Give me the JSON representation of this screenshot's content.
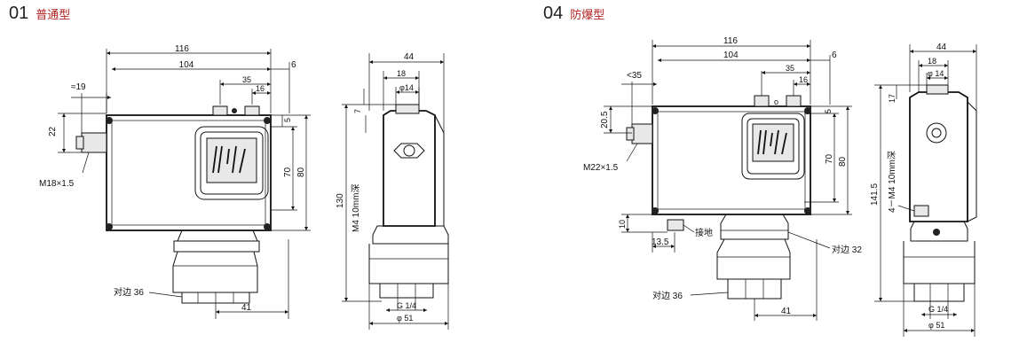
{
  "headers": [
    {
      "num": "01",
      "title": "普通型"
    },
    {
      "num": "04",
      "title": "防爆型"
    }
  ],
  "diagram1": {
    "front": {
      "dim_width": "116",
      "dim_inner": "104",
      "dim_6": "6",
      "dim_35": "35",
      "dim_16": "16",
      "dim_19": "≈19",
      "dim_22": "22",
      "dim_5": "5",
      "dim_70": "70",
      "dim_80": "80",
      "thread": "M18×1.5",
      "hex": "对边 36",
      "dim_41": "41"
    },
    "side": {
      "dim_44": "44",
      "dim_18": "18",
      "dim_phi14": "φ14",
      "dim_7": "7",
      "dim_130": "130",
      "mount": "M4 10mm深",
      "port": "G 1/4",
      "dim_phi51": "φ 51"
    }
  },
  "diagram2": {
    "front": {
      "dim_width": "116",
      "dim_inner": "104",
      "dim_6": "6",
      "dim_35": "35",
      "dim_16": "16",
      "dim_35b": "<35",
      "dim_205": "20.5",
      "dim_5": "5",
      "dim_70": "70",
      "dim_80": "80",
      "thread": "M22×1.5",
      "dim_10": "10",
      "dim_135": "13.5",
      "ground": "接地",
      "hex32": "对边 32",
      "hex36": "对边 36",
      "dim_41": "41"
    },
    "side": {
      "dim_44": "44",
      "dim_18": "18",
      "dim_phi14": "φ 14",
      "dim_17": "17",
      "dim_1415": "141.5",
      "mount": "4－M4 10mm深",
      "port": "G 1/4",
      "dim_phi51": "φ 51"
    }
  }
}
